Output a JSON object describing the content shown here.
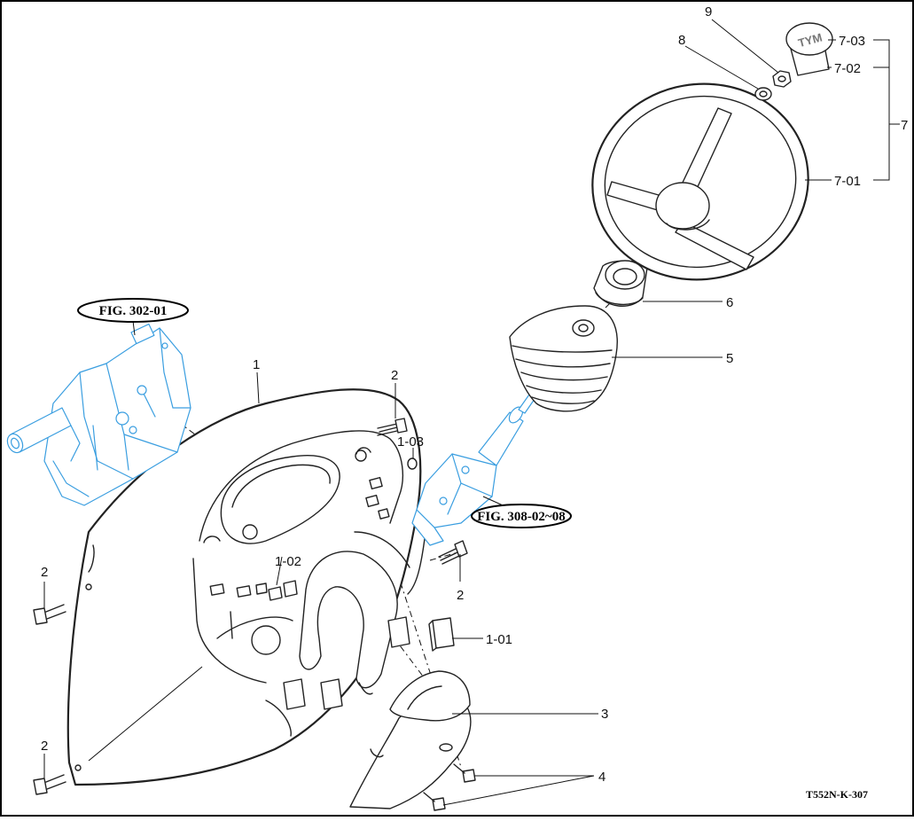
{
  "callouts": {
    "c1": "1",
    "c1_01": "1-01",
    "c1_02": "1-02",
    "c1_03": "1-03",
    "c2_top": "2",
    "c2_right": "2",
    "c2_left_upper": "2",
    "c2_left_lower": "2",
    "c3": "3",
    "c4": "4",
    "c5": "5",
    "c6": "6",
    "c7": "7",
    "c7_01": "7-01",
    "c7_02": "7-02",
    "c7_03": "7-03",
    "c8": "8",
    "c9": "9"
  },
  "references": {
    "fig_302": "FIG. 302-01",
    "fig_308": "FIG. 308-02~08"
  },
  "horn_logo": "TYM",
  "drawing_code": "T552N-K-307",
  "colors": {
    "line": "#222222",
    "reference_parts": "#3a9ee0",
    "background": "#ffffff"
  }
}
